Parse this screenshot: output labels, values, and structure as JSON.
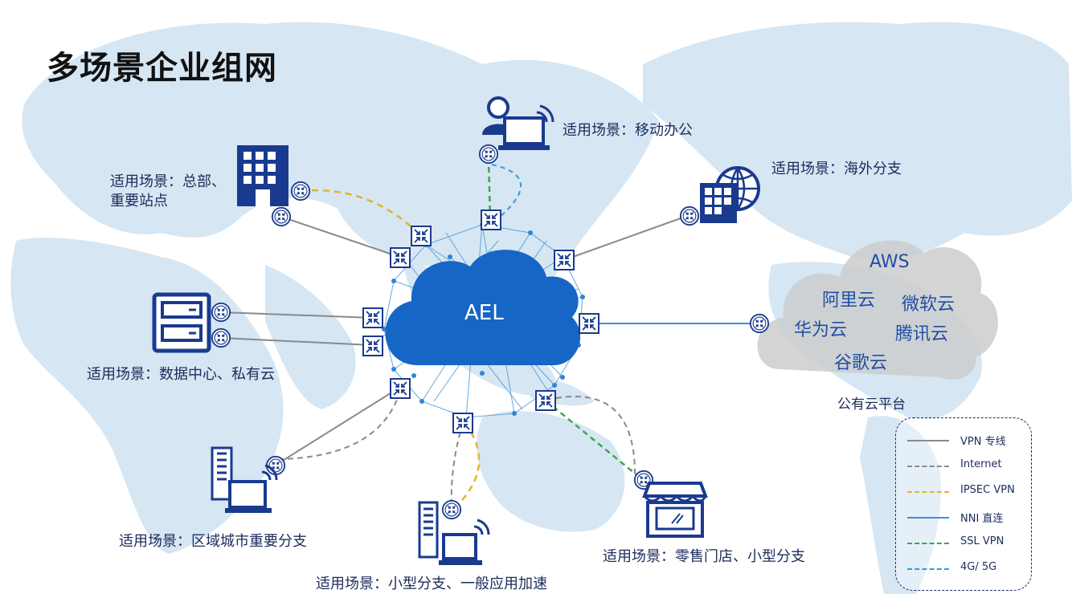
{
  "title": "多场景企业组网",
  "center": {
    "label": "AEL"
  },
  "scenarios": {
    "hq": "适用场景：总部、",
    "hq_line2": "重要站点",
    "mobile": "适用场景：移动办公",
    "overseas": "适用场景：海外分支",
    "datacenter": "适用场景：数据中心、私有云",
    "regional": "适用场景：区域城市重要分支",
    "small": "适用场景：小型分支、一般应用加速",
    "retail": "适用场景：零售门店、小型分支"
  },
  "public_cloud": {
    "providers": [
      "AWS",
      "阿里云",
      "微软云",
      "华为云",
      "腾讯云",
      "谷歌云"
    ],
    "label": "公有云平台"
  },
  "legend": {
    "items": [
      {
        "label": "VPN 专线",
        "color": "#8a8a8a",
        "style": "solid"
      },
      {
        "label": "Internet",
        "color": "#8a8a8a",
        "style": "dashed"
      },
      {
        "label": "IPSEC VPN",
        "color": "#e0b52a",
        "style": "dashed"
      },
      {
        "label": "NNI 直连",
        "color": "#3a8fe0",
        "style": "solid"
      },
      {
        "label": "SSL VPN",
        "color": "#3aa84a",
        "style": "dashed"
      },
      {
        "label": "4G/ 5G",
        "color": "#2a9ee0",
        "style": "dashed"
      }
    ]
  },
  "colors": {
    "map": "#d6e6f3",
    "navy": "#1a3a8f",
    "cloud": "#1566c5"
  }
}
